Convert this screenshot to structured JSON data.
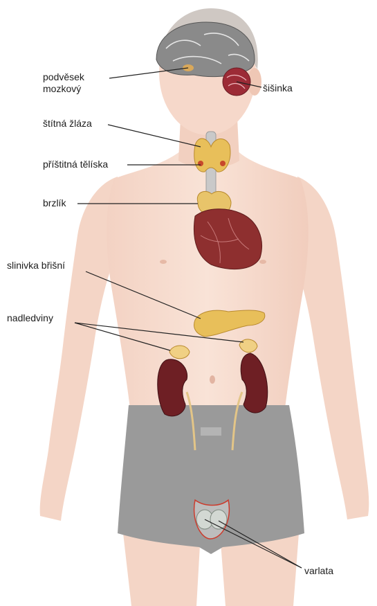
{
  "labels": {
    "pituitary_line1": "podvěsek",
    "pituitary_line2": "mozkový",
    "pineal": "šišinka",
    "thyroid": "štítná žláza",
    "parathyroid": "příštitná tělíska",
    "thymus": "brzlík",
    "pancreas": "slinivka břišní",
    "adrenal": "nadledviny",
    "testes": "varlata"
  },
  "colors": {
    "skin": "#f7dccf",
    "skin_shade": "#efcbbb",
    "hair": "#cfc8c3",
    "briefs": "#9a9a9a",
    "brain": "#8a8a8a",
    "gland_yellow": "#e8bf5a",
    "organ_red": "#8e2f2f",
    "kidney": "#6e1f24",
    "leader_line": "#222222"
  }
}
